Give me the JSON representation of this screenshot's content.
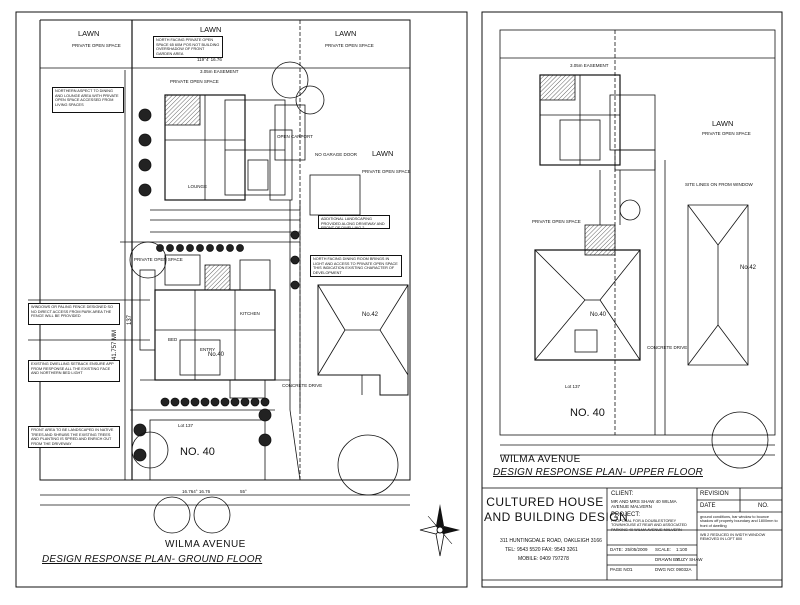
{
  "ground": {
    "title": "DESIGN RESPONSE PLAN- GROUND FLOOR",
    "road": "WILMA AVENUE",
    "lawn_left": "LAWN",
    "lawn_mid": "LAWN",
    "lawn_right": "LAWN",
    "private_open_space": "PRIVATE OPEN SPACE",
    "no40": "NO. 40",
    "no40_small": "No.40",
    "no42": "No.42",
    "lot": "Lot 137",
    "bearing_top": "119°4' 16.76",
    "bearing_bottom": "16.764°  16.76",
    "bearing_angle": "55°",
    "dim_left": "41.757 MM",
    "dim_137": "137",
    "concrete_drive": "CONCRETE DRIVE",
    "garage_door": "NO GARAGE DOOR",
    "easement": "3.05m  EASEMENT",
    "open_carport": "OPEN CARPORT",
    "lounge": "LOUNGE",
    "bed": "BED",
    "kitchen": "KITCHEN",
    "entry": "ENTRY",
    "notes": {
      "north_pos": "NORTH FACING PRIVATE OPEN SPACE 65 60M POS NOT BUILDING OVERSHADOW OF FRONT GARDEN AREA",
      "north_aspect": "NORTHERN ASPECT TO DINING AND LOUNGE AREA WITH PRIVATE OPEN SPACE ACCESSED FROM LIVING SPACES",
      "additional_landscaping": "ADDITIONAL LANDSCAPING PROVIDED ALONG DRIVEWAY AND FRONT OF DWELLING 2",
      "north_facing_dining": "NORTH FACING DINING ROOM BRINGS IN LIGHT AND ACCESS TO PRIVATE OPEN SPACE THIS INDICATION EXISTING CHARACTER OF DEVELOPMENT",
      "windows_paling": "WINDOWS OR PALING FENCE DESIGNED SO NO DIRECT ACCESS FROM PARK AREA THE FENCE WILL BE PROVIDED",
      "existing_dwelling": "EXISTING DWELLING SETBACK ENSURE APP FROM RESPONSE ALL THE EXISTING FACE AND NORTHERN BED LIGHT",
      "front_area": "FRONT AREA TO BE LANDSCAPED IN NATIVE TREES AND SHRUBS THE EXISTING TREES AND PLANTING IS SPRED AND ENRICH OUT FROM THE DRIVEWAY"
    }
  },
  "upper": {
    "title": "DESIGN RESPONSE PLAN- UPPER FLOOR",
    "road": "WILMA AVENUE",
    "lawn": "LAWN",
    "private_open_space": "PRIVATE OPEN SPACE",
    "no40": "NO. 40",
    "no40_small": "No.40",
    "no42": "No.42",
    "lot": "Lot 137",
    "concrete_drive": "CONCRETE DRIVE",
    "easement": "3.05m  EASEMENT",
    "site_lines": "SITE LINES ON FROM WINDOW"
  },
  "title_block": {
    "company_line1": "CULTURED HOUSE",
    "company_line2": "AND BUILDING DESIGN",
    "address": "311 HUNTINGDALE ROAD, OAKLEIGH 3166",
    "phone": "TEL: 9543 5520   FAX: 9543 3261",
    "mobile": "MOBILE: 0409 797278",
    "client_label": "CLIENT:",
    "client_value": "MR AND MRS SHAW  40 WILMA AVENUE  MALVERN",
    "project_label": "PROJECT:",
    "project_value": "PROPOSAL FOR A DOUBLESTOREY TOWNHOUSE AT REAR AND ASSOCIATED PARKING  40 WILMA AVENUE  MALVERN",
    "date_label": "DATE:",
    "date_value": "25/05/2009",
    "scale_label": "SCALE:",
    "scale_value": "1:100",
    "drawn_label": "DRAWN BY:",
    "drawn_value": "SUZY SHAW",
    "page_label": "PAGE NO:",
    "page_value": "1",
    "dwg_label": "DWG NO:",
    "dwg_value": "09032A",
    "revision": "REVISION",
    "date_col": "DATE",
    "no_col": "NO.",
    "rev_note1": "ground conditions, bar window to bounce shadow off property boundary and 1800mm to front of dwelling",
    "rev_note2": "WB 2 REDUCED IN WIDTH WINDOW REMOVED IN LOFT 800"
  },
  "icons": {
    "north_arrow": "compass-star-icon",
    "tree": "tree-icon"
  }
}
